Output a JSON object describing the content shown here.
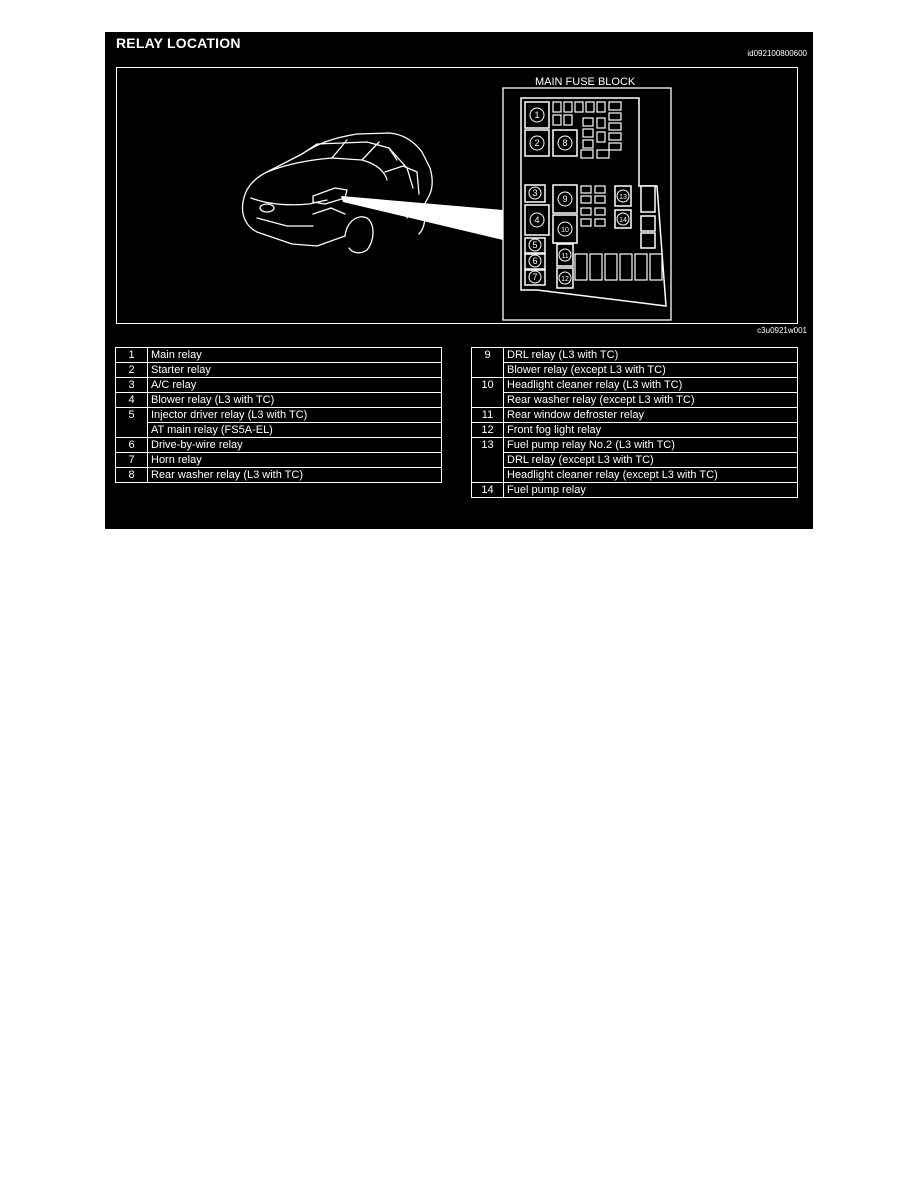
{
  "header": {
    "title": "RELAY LOCATION",
    "doc_id": "id092100800600"
  },
  "figure": {
    "fuse_block_label": "MAIN FUSE BLOCK",
    "figure_id": "c3u0921w001",
    "relay_markers": [
      "1",
      "2",
      "3",
      "4",
      "5",
      "6",
      "7",
      "8",
      "9",
      "10",
      "11",
      "12",
      "13",
      "14"
    ]
  },
  "colors": {
    "background": "#000000",
    "foreground": "#ffffff"
  },
  "table_left": {
    "rows": [
      {
        "num": "1",
        "desc": [
          "Main relay"
        ]
      },
      {
        "num": "2",
        "desc": [
          "Starter relay"
        ]
      },
      {
        "num": "3",
        "desc": [
          "A/C relay"
        ]
      },
      {
        "num": "4",
        "desc": [
          "Blower relay (L3 with TC)"
        ]
      },
      {
        "num": "5",
        "desc": [
          "Injector driver relay (L3 with TC)",
          "AT main relay (FS5A-EL)"
        ]
      },
      {
        "num": "6",
        "desc": [
          "Drive-by-wire relay"
        ]
      },
      {
        "num": "7",
        "desc": [
          "Horn relay"
        ]
      },
      {
        "num": "8",
        "desc": [
          "Rear washer relay (L3 with TC)"
        ]
      }
    ]
  },
  "table_right": {
    "rows": [
      {
        "num": "9",
        "desc": [
          "DRL relay (L3 with TC)",
          "Blower relay (except L3 with TC)"
        ]
      },
      {
        "num": "10",
        "desc": [
          "Headlight cleaner relay (L3 with TC)",
          "Rear washer relay (except L3 with TC)"
        ]
      },
      {
        "num": "11",
        "desc": [
          "Rear window defroster relay"
        ]
      },
      {
        "num": "12",
        "desc": [
          "Front fog light relay"
        ]
      },
      {
        "num": "13",
        "desc": [
          "Fuel pump relay No.2 (L3 with TC)",
          "DRL relay (except L3 with TC)",
          "Headlight cleaner relay (except L3 with TC)"
        ]
      },
      {
        "num": "14",
        "desc": [
          "Fuel pump relay"
        ]
      }
    ]
  }
}
